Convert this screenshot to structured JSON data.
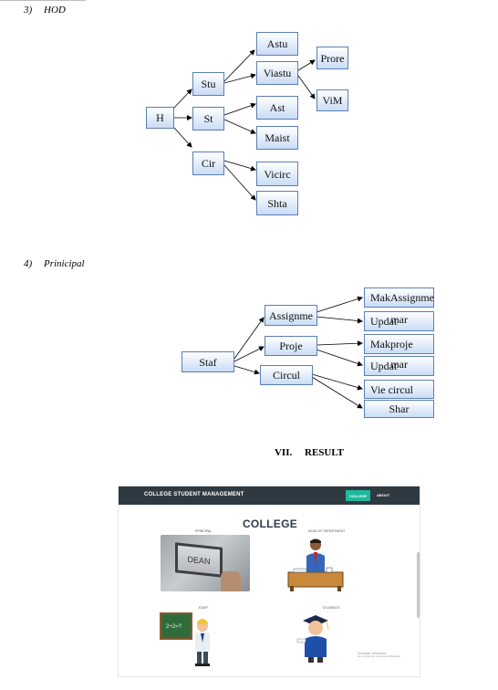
{
  "hod": {
    "number": "3)",
    "title": "HOD",
    "boxes": {
      "h": "H",
      "stu": "Stu",
      "st": "St",
      "cir": "Cir",
      "astu": "Astu",
      "viastu": "Viastu",
      "ast": "Ast",
      "maist": "Maist",
      "vicirc": "Vicirc",
      "shta": "Shta",
      "prore": "Prore",
      "vim": "ViM"
    }
  },
  "principal": {
    "number": "4)",
    "title": "Prinicipal",
    "boxes": {
      "staf": "Staf",
      "assignme": "Assignme",
      "proje": "Proje",
      "circul": "Circul",
      "makassignme": "MakAssignme",
      "updatmar1_a": "Updat",
      "updatmar1_b": "mar",
      "makproje": "Makproje",
      "updatmar2_a": "Updat",
      "updatmar2_b": "mar",
      "viecircul": "Vie circul",
      "shar": "Shar"
    }
  },
  "result": {
    "number": "VII.",
    "title": "RESULT"
  },
  "screenshot": {
    "brand": "COLLEGE STUDENT MANAGEMENT",
    "nav_college": "COLLEGE",
    "nav_about": "ABOUT",
    "title": "COLLEGE",
    "captions": {
      "principal": "PRINCIPAL",
      "hod": "HEAD OF DEPARTMENT",
      "staff": "STAFF",
      "students": "STUDENTS"
    },
    "dean_sign": "DEAN",
    "board_text": "2+2=?",
    "watermark_title": "Activate Windows",
    "watermark_sub": "Go to Settings to activate Windows."
  }
}
